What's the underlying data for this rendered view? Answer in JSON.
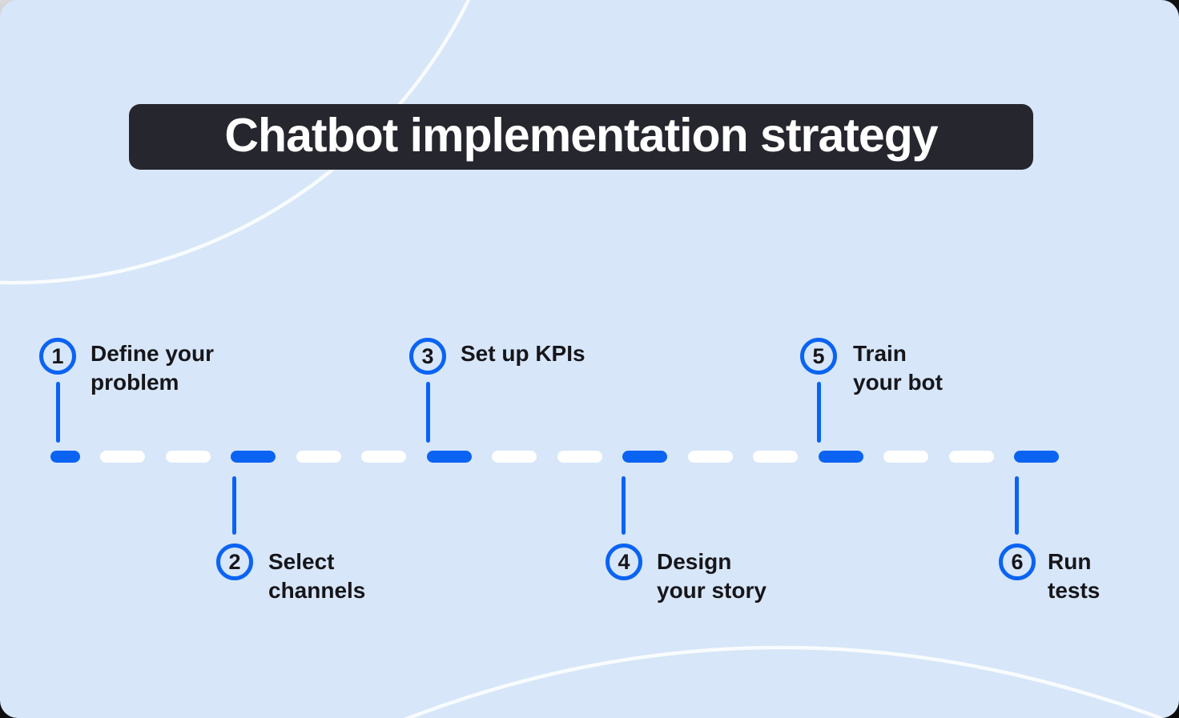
{
  "title": "Chatbot implementation strategy",
  "steps": [
    {
      "num": "1",
      "label": "Define your\nproblem",
      "position": "above"
    },
    {
      "num": "2",
      "label": "Select\nchannels",
      "position": "below"
    },
    {
      "num": "3",
      "label": "Set up KPIs",
      "position": "above"
    },
    {
      "num": "4",
      "label": "Design\nyour story",
      "position": "below"
    },
    {
      "num": "5",
      "label": "Train\nyour bot",
      "position": "above"
    },
    {
      "num": "6",
      "label": "Run\ntests",
      "position": "below"
    }
  ],
  "timeline": {
    "dash_count": 16,
    "accent_every": 3
  },
  "colors": {
    "background": "#d7e6f9",
    "accent_blue": "#0b63f2",
    "title_bar": "#26262e",
    "title_text": "#ffffff",
    "step_text": "#16161a",
    "dash_white": "#ffffff",
    "curve_white": "#ffffff"
  }
}
